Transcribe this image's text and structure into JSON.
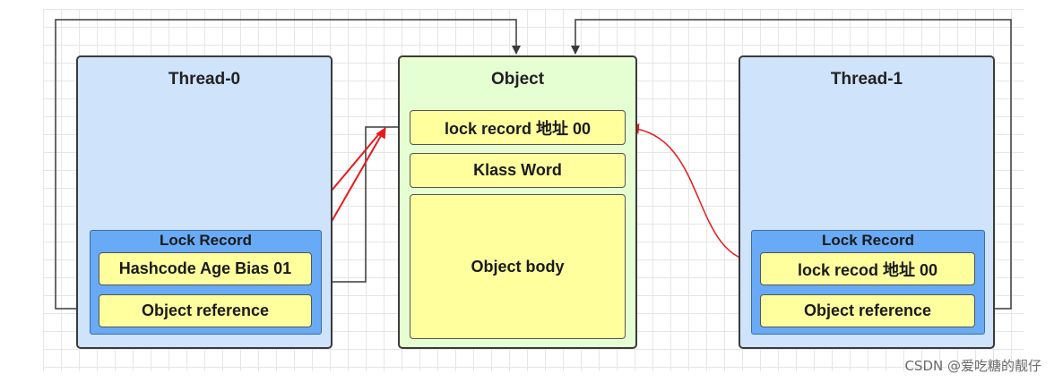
{
  "diagram": {
    "thread0": {
      "title": "Thread-0",
      "lock_record": {
        "title": "Lock Record",
        "field1": "Hashcode Age Bias 01",
        "field2": "Object reference"
      }
    },
    "object": {
      "title": "Object",
      "mark_word": "lock record 地址 00",
      "klass_word": "Klass Word",
      "body": "Object body"
    },
    "thread1": {
      "title": "Thread-1",
      "lock_record": {
        "title": "Lock Record",
        "field1": "lock recod 地址 00",
        "field2": "Object reference"
      }
    },
    "colors": {
      "thread_fill": "#cfe3fb",
      "object_fill": "#e6ffd2",
      "lock_record_fill": "#68aaf5",
      "cell_fill": "#ffff9e",
      "arrow_red": "#e8191c",
      "connector": "#3a3a3a"
    }
  },
  "watermark": "CSDN @爱吃糖的靓仔"
}
